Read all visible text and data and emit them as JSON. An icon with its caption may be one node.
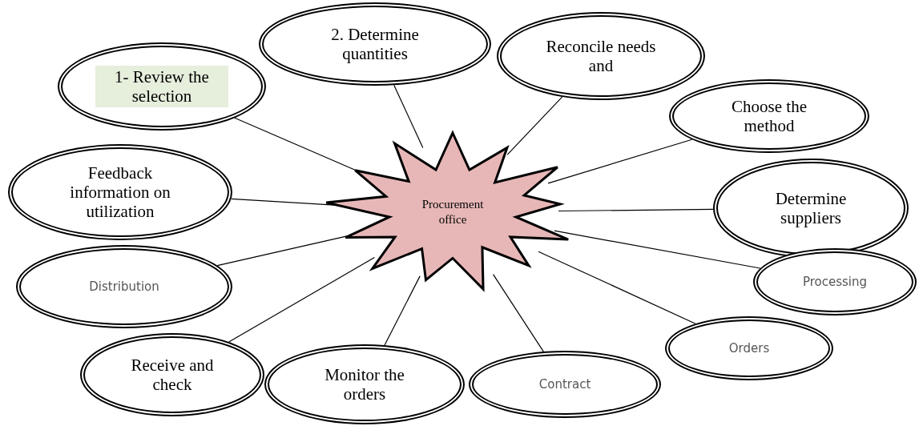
{
  "diagram": {
    "nodes": [
      {
        "text": [
          "1- Review the selection"
        ]
      },
      {
        "text": [
          "2. Determine quantities"
        ]
      },
      {
        "text": [
          "Reconcile needs and"
        ]
      },
      {
        "text": [
          "Choose the method"
        ]
      },
      {
        "text": [
          "Feedback information on utilization"
        ]
      },
      {
        "text": [
          "Procurement office"
        ]
      },
      {
        "text": [
          "Determine suppliers"
        ]
      },
      {
        "text": [
          "Distribution"
        ]
      },
      {
        "text": [
          "Processing"
        ]
      },
      {
        "text": [
          "Orders"
        ]
      },
      {
        "text": [
          "Receive and check"
        ]
      },
      {
        "text": [
          "Monitor the orders"
        ]
      },
      {
        "text": [
          "Contract"
        ]
      }
    ],
    "edges": [
      {
        "from": 0,
        "to": 5,
        "arrow": "none"
      },
      {
        "from": 1,
        "to": 5,
        "arrow": "none"
      },
      {
        "from": 2,
        "to": 5,
        "arrow": "none"
      },
      {
        "from": 3,
        "to": 5,
        "arrow": "none"
      },
      {
        "from": 4,
        "to": 5,
        "arrow": "none"
      },
      {
        "from": 6,
        "to": 5,
        "arrow": "none"
      },
      {
        "from": 7,
        "to": 5,
        "arrow": "none"
      },
      {
        "from": 8,
        "to": 5,
        "arrow": "none"
      },
      {
        "from": 9,
        "to": 5,
        "arrow": "none"
      },
      {
        "from": 10,
        "to": 5,
        "arrow": "none"
      },
      {
        "from": 11,
        "to": 5,
        "arrow": "none"
      },
      {
        "from": 12,
        "to": 5,
        "arrow": "none"
      }
    ]
  }
}
